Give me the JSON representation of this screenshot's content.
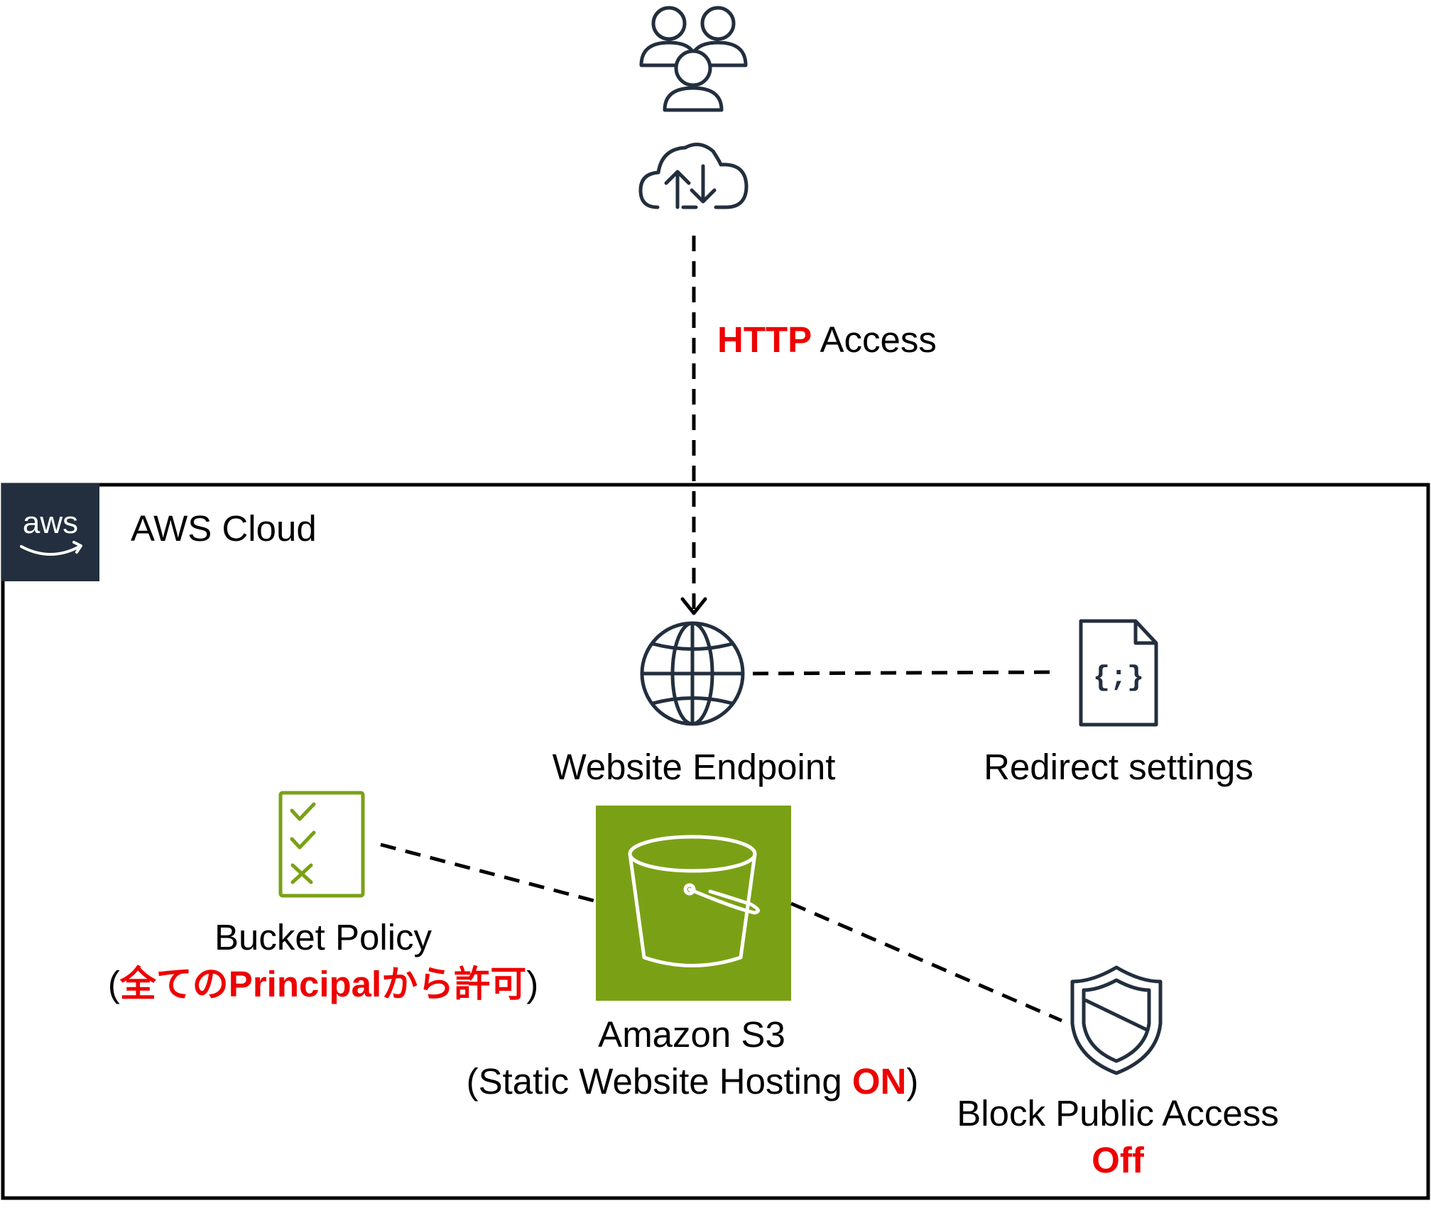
{
  "cloud": {
    "title": "AWS Cloud",
    "logo_text": "aws"
  },
  "http": {
    "protocol": "HTTP",
    "suffix": " Access"
  },
  "endpoint": {
    "label": "Website Endpoint"
  },
  "redirect": {
    "label": "Redirect settings",
    "icon_text": "{;}"
  },
  "policy": {
    "label": "Bucket Policy",
    "paren_open": "(",
    "note": "全てのPrincipalから許可",
    "paren_close": ")"
  },
  "s3": {
    "label": "Amazon S3",
    "hosting_prefix": "(Static Website Hosting ",
    "hosting_state": "ON",
    "hosting_suffix": ")"
  },
  "bpa": {
    "label": "Block Public Access",
    "state": "Off"
  },
  "colors": {
    "accent_red": "#ee0000",
    "s3_green": "#7aa116",
    "aws_navy": "#232f3e",
    "icon_stroke": "#232f3e"
  },
  "icons": [
    "users-icon",
    "cloud-transfer-icon",
    "globe-icon",
    "json-file-icon",
    "checklist-icon",
    "bucket-icon",
    "shield-icon",
    "aws-logo"
  ]
}
